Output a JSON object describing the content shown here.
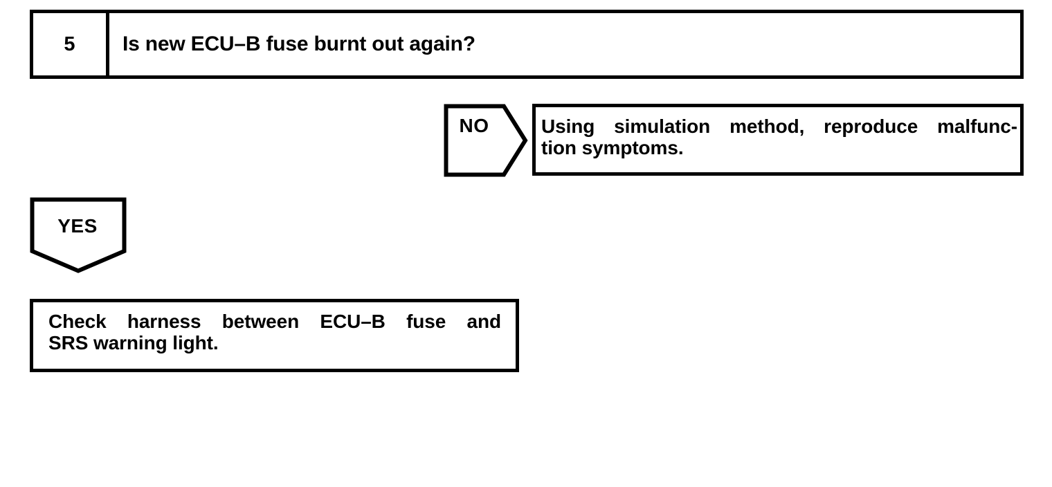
{
  "diagram": {
    "type": "troubleshooting-flowchart",
    "ink_color": "#000000",
    "background_color": "#ffffff",
    "step": {
      "number": "5",
      "question": "Is new ECU–B fuse burnt out again?"
    },
    "branches": [
      {
        "id": "no",
        "label": "NO",
        "direction": "right",
        "shape": "pentagon-arrow-right",
        "target": {
          "id": "action-reproduce-malfunction",
          "lines": [
            {
              "justified": true,
              "words": [
                "Using",
                "simulation",
                "method,",
                "reproduce",
                "malfunc-"
              ]
            },
            {
              "justified": false,
              "text": "tion symptoms."
            }
          ],
          "full_text": "Using simulation method, reproduce malfunction symptoms."
        }
      },
      {
        "id": "yes",
        "label": "YES",
        "direction": "down",
        "shape": "pentagon-arrow-down",
        "target": {
          "id": "action-check-harness",
          "lines": [
            {
              "justified": true,
              "words": [
                "Check",
                "harness",
                "between",
                "ECU–B",
                "fuse",
                "and"
              ]
            },
            {
              "justified": false,
              "text": "SRS warning light."
            }
          ],
          "full_text": "Check harness between ECU–B fuse and SRS warning light."
        }
      }
    ]
  }
}
